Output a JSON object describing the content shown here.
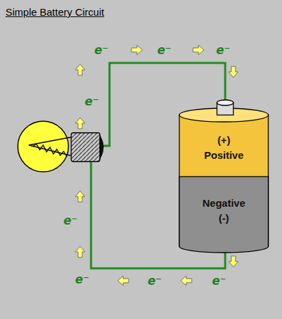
{
  "diagram": {
    "title": "Simple Battery Circuit",
    "nodes": [
      {
        "text": [
          "(+) Positive"
        ]
      },
      {
        "text": [
          "Negative (-)"
        ]
      }
    ],
    "labels": [
      "e⁻",
      "e⁻",
      "e⁻",
      "e⁻",
      "e⁻",
      "e⁻",
      "e⁻",
      "e⁻"
    ]
  }
}
